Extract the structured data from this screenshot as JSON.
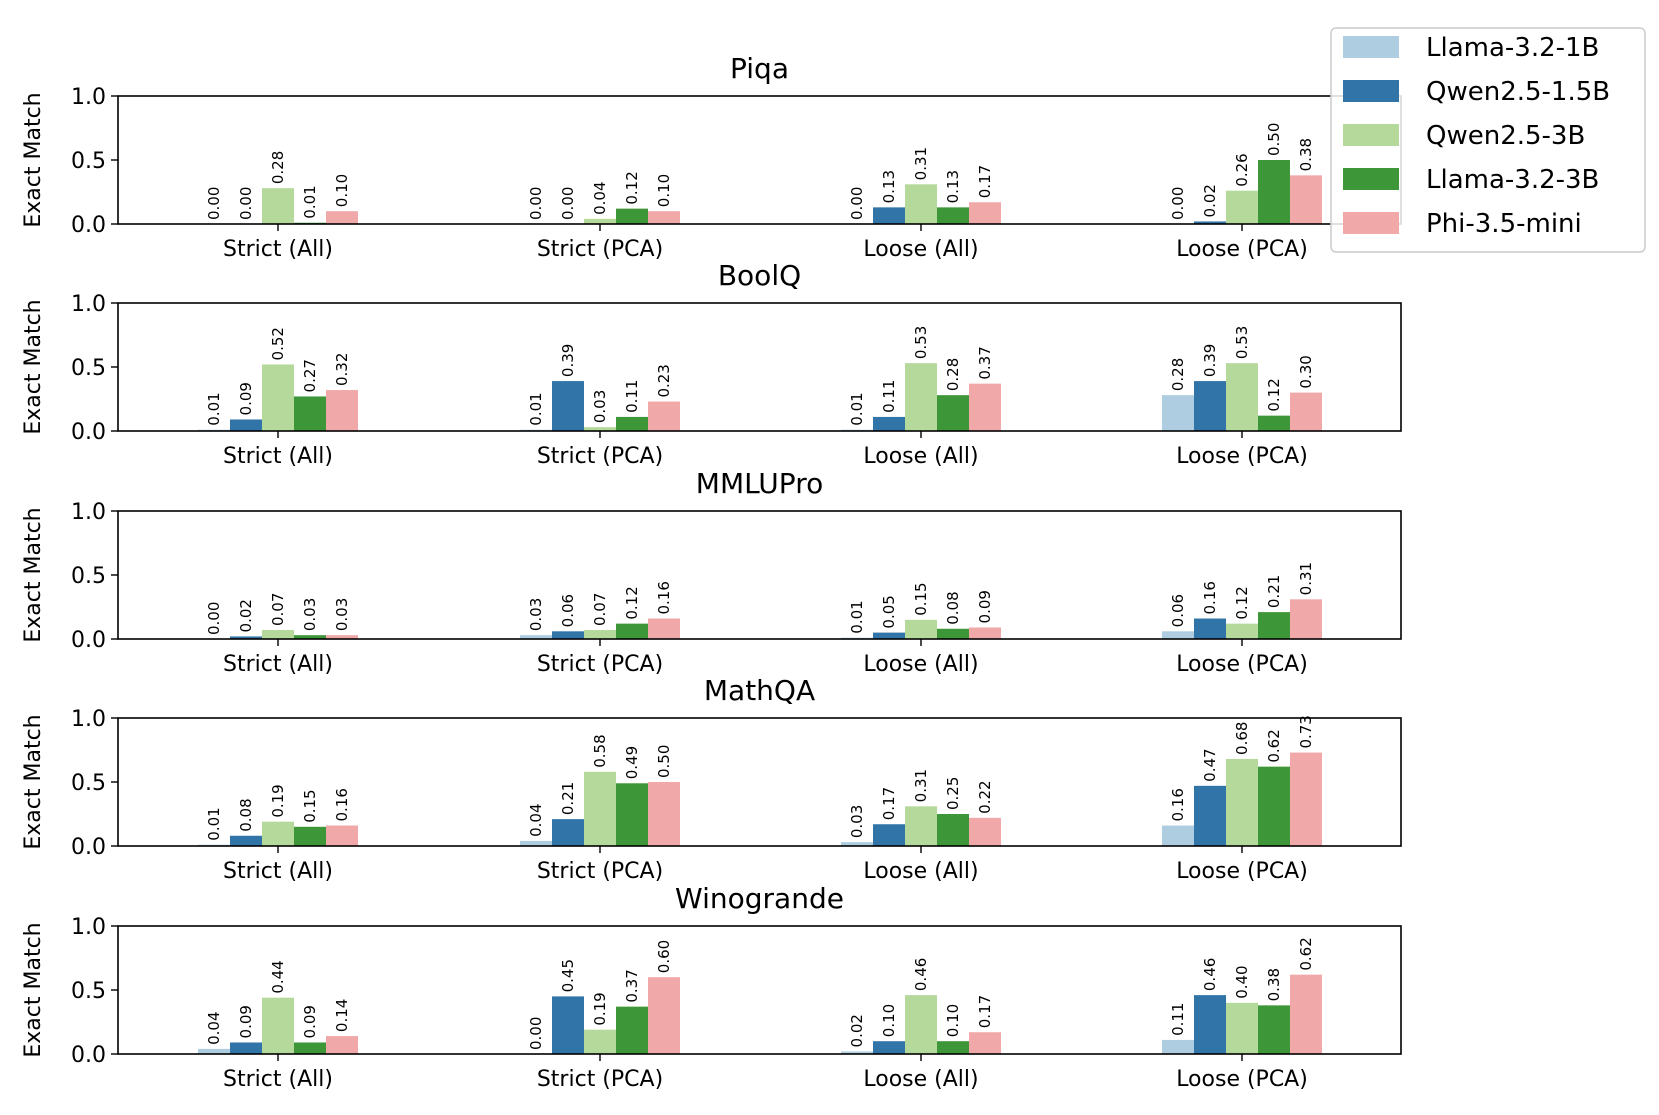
{
  "legend": [
    {
      "name": "Llama-3.2-1B",
      "color": "#aecde1"
    },
    {
      "name": "Qwen2.5-1.5B",
      "color": "#3174a8"
    },
    {
      "name": "Qwen2.5-3B",
      "color": "#b5d89b"
    },
    {
      "name": "Llama-3.2-3B",
      "color": "#3d9638"
    },
    {
      "name": "Phi-3.5-mini",
      "color": "#f0a8a8"
    }
  ],
  "chart_data": [
    {
      "type": "bar",
      "title": "Piqa",
      "ylabel": "Exact Match",
      "ylim": [
        0,
        1.0
      ],
      "yticks": [
        "0.0",
        "0.5",
        "1.0"
      ],
      "categories": [
        "Strict (All)",
        "Strict (PCA)",
        "Loose (All)",
        "Loose (PCA)"
      ],
      "series": [
        {
          "name": "Llama-3.2-1B",
          "values": [
            0.0,
            0.0,
            0.0,
            0.0
          ],
          "labels": [
            "0.00",
            "0.00",
            "0.00",
            "0.00"
          ]
        },
        {
          "name": "Qwen2.5-1.5B",
          "values": [
            0.0,
            0.0,
            0.13,
            0.02
          ],
          "labels": [
            "0.00",
            "0.00",
            "0.13",
            "0.02"
          ]
        },
        {
          "name": "Qwen2.5-3B",
          "values": [
            0.28,
            0.04,
            0.31,
            0.26
          ],
          "labels": [
            "0.28",
            "0.04",
            "0.31",
            "0.26"
          ]
        },
        {
          "name": "Llama-3.2-3B",
          "values": [
            0.01,
            0.12,
            0.13,
            0.5
          ],
          "labels": [
            "0.01",
            "0.12",
            "0.13",
            "0.50"
          ]
        },
        {
          "name": "Phi-3.5-mini",
          "values": [
            0.1,
            0.1,
            0.17,
            0.38
          ],
          "labels": [
            "0.10",
            "0.10",
            "0.17",
            "0.38"
          ]
        }
      ]
    },
    {
      "type": "bar",
      "title": "BoolQ",
      "ylabel": "Exact Match",
      "ylim": [
        0,
        1.0
      ],
      "yticks": [
        "0.0",
        "0.5",
        "1.0"
      ],
      "categories": [
        "Strict (All)",
        "Strict (PCA)",
        "Loose (All)",
        "Loose (PCA)"
      ],
      "series": [
        {
          "name": "Llama-3.2-1B",
          "values": [
            0.01,
            0.01,
            0.01,
            0.28
          ],
          "labels": [
            "0.01",
            "0.01",
            "0.01",
            "0.28"
          ]
        },
        {
          "name": "Qwen2.5-1.5B",
          "values": [
            0.09,
            0.39,
            0.11,
            0.39
          ],
          "labels": [
            "0.09",
            "0.39",
            "0.11",
            "0.39"
          ]
        },
        {
          "name": "Qwen2.5-3B",
          "values": [
            0.52,
            0.03,
            0.53,
            0.53
          ],
          "labels": [
            "0.52",
            "0.03",
            "0.53",
            "0.53"
          ]
        },
        {
          "name": "Llama-3.2-3B",
          "values": [
            0.27,
            0.11,
            0.28,
            0.12
          ],
          "labels": [
            "0.27",
            "0.11",
            "0.28",
            "0.12"
          ]
        },
        {
          "name": "Phi-3.5-mini",
          "values": [
            0.32,
            0.23,
            0.37,
            0.3
          ],
          "labels": [
            "0.32",
            "0.23",
            "0.37",
            "0.30"
          ]
        }
      ]
    },
    {
      "type": "bar",
      "title": "MMLUPro",
      "ylabel": "Exact Match",
      "ylim": [
        0,
        1.0
      ],
      "yticks": [
        "0.0",
        "0.5",
        "1.0"
      ],
      "categories": [
        "Strict (All)",
        "Strict (PCA)",
        "Loose (All)",
        "Loose (PCA)"
      ],
      "series": [
        {
          "name": "Llama-3.2-1B",
          "values": [
            0.0,
            0.03,
            0.01,
            0.06
          ],
          "labels": [
            "0.00",
            "0.03",
            "0.01",
            "0.06"
          ]
        },
        {
          "name": "Qwen2.5-1.5B",
          "values": [
            0.02,
            0.06,
            0.05,
            0.16
          ],
          "labels": [
            "0.02",
            "0.06",
            "0.05",
            "0.16"
          ]
        },
        {
          "name": "Qwen2.5-3B",
          "values": [
            0.07,
            0.07,
            0.15,
            0.12
          ],
          "labels": [
            "0.07",
            "0.07",
            "0.15",
            "0.12"
          ]
        },
        {
          "name": "Llama-3.2-3B",
          "values": [
            0.03,
            0.12,
            0.08,
            0.21
          ],
          "labels": [
            "0.03",
            "0.12",
            "0.08",
            "0.21"
          ]
        },
        {
          "name": "Phi-3.5-mini",
          "values": [
            0.03,
            0.16,
            0.09,
            0.31
          ],
          "labels": [
            "0.03",
            "0.16",
            "0.09",
            "0.31"
          ]
        }
      ]
    },
    {
      "type": "bar",
      "title": "MathQA",
      "ylabel": "Exact Match",
      "ylim": [
        0,
        1.0
      ],
      "yticks": [
        "0.0",
        "0.5",
        "1.0"
      ],
      "categories": [
        "Strict (All)",
        "Strict (PCA)",
        "Loose (All)",
        "Loose (PCA)"
      ],
      "series": [
        {
          "name": "Llama-3.2-1B",
          "values": [
            0.01,
            0.04,
            0.03,
            0.16
          ],
          "labels": [
            "0.01",
            "0.04",
            "0.03",
            "0.16"
          ]
        },
        {
          "name": "Qwen2.5-1.5B",
          "values": [
            0.08,
            0.21,
            0.17,
            0.47
          ],
          "labels": [
            "0.08",
            "0.21",
            "0.17",
            "0.47"
          ]
        },
        {
          "name": "Qwen2.5-3B",
          "values": [
            0.19,
            0.58,
            0.31,
            0.68
          ],
          "labels": [
            "0.19",
            "0.58",
            "0.31",
            "0.68"
          ]
        },
        {
          "name": "Llama-3.2-3B",
          "values": [
            0.15,
            0.49,
            0.25,
            0.62
          ],
          "labels": [
            "0.15",
            "0.49",
            "0.25",
            "0.62"
          ]
        },
        {
          "name": "Phi-3.5-mini",
          "values": [
            0.16,
            0.5,
            0.22,
            0.73
          ],
          "labels": [
            "0.16",
            "0.50",
            "0.22",
            "0.73"
          ]
        }
      ]
    },
    {
      "type": "bar",
      "title": "Winogrande",
      "ylabel": "Exact Match",
      "ylim": [
        0,
        1.0
      ],
      "yticks": [
        "0.0",
        "0.5",
        "1.0"
      ],
      "categories": [
        "Strict (All)",
        "Strict (PCA)",
        "Loose (All)",
        "Loose (PCA)"
      ],
      "series": [
        {
          "name": "Llama-3.2-1B",
          "values": [
            0.04,
            0.0,
            0.02,
            0.11
          ],
          "labels": [
            "0.04",
            "0.00",
            "0.02",
            "0.11"
          ]
        },
        {
          "name": "Qwen2.5-1.5B",
          "values": [
            0.09,
            0.45,
            0.1,
            0.46
          ],
          "labels": [
            "0.09",
            "0.45",
            "0.10",
            "0.46"
          ]
        },
        {
          "name": "Qwen2.5-3B",
          "values": [
            0.44,
            0.19,
            0.46,
            0.4
          ],
          "labels": [
            "0.44",
            "0.19",
            "0.46",
            "0.40"
          ]
        },
        {
          "name": "Llama-3.2-3B",
          "values": [
            0.09,
            0.37,
            0.1,
            0.38
          ],
          "labels": [
            "0.09",
            "0.37",
            "0.10",
            "0.38"
          ]
        },
        {
          "name": "Phi-3.5-mini",
          "values": [
            0.14,
            0.6,
            0.17,
            0.62
          ],
          "labels": [
            "0.14",
            "0.60",
            "0.17",
            "0.62"
          ]
        }
      ]
    }
  ]
}
